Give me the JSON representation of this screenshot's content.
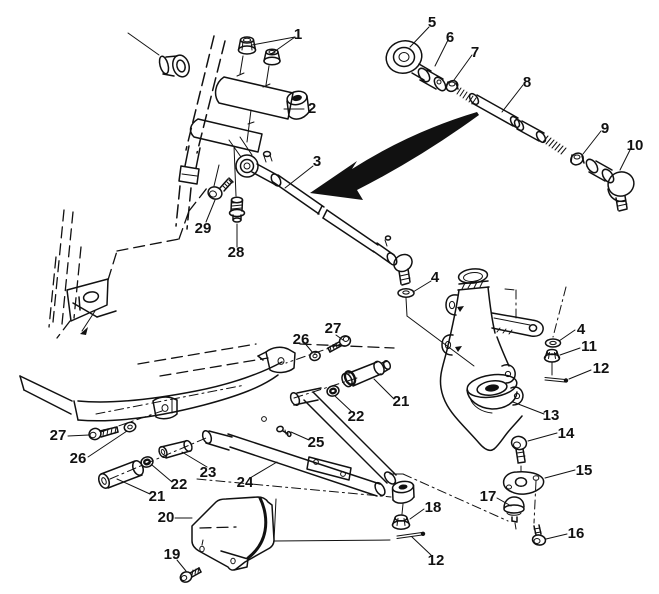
{
  "diagram": {
    "background_color": "#ffffff",
    "line_color": "#111111",
    "callouts": [
      "1",
      "2",
      "3",
      "4",
      "4",
      "5",
      "6",
      "7",
      "8",
      "9",
      "10",
      "11",
      "12",
      "12",
      "13",
      "14",
      "15",
      "16",
      "17",
      "18",
      "19",
      "20",
      "21",
      "21",
      "22",
      "22",
      "23",
      "24",
      "25",
      "26",
      "26",
      "27",
      "27",
      "28",
      "29"
    ]
  }
}
